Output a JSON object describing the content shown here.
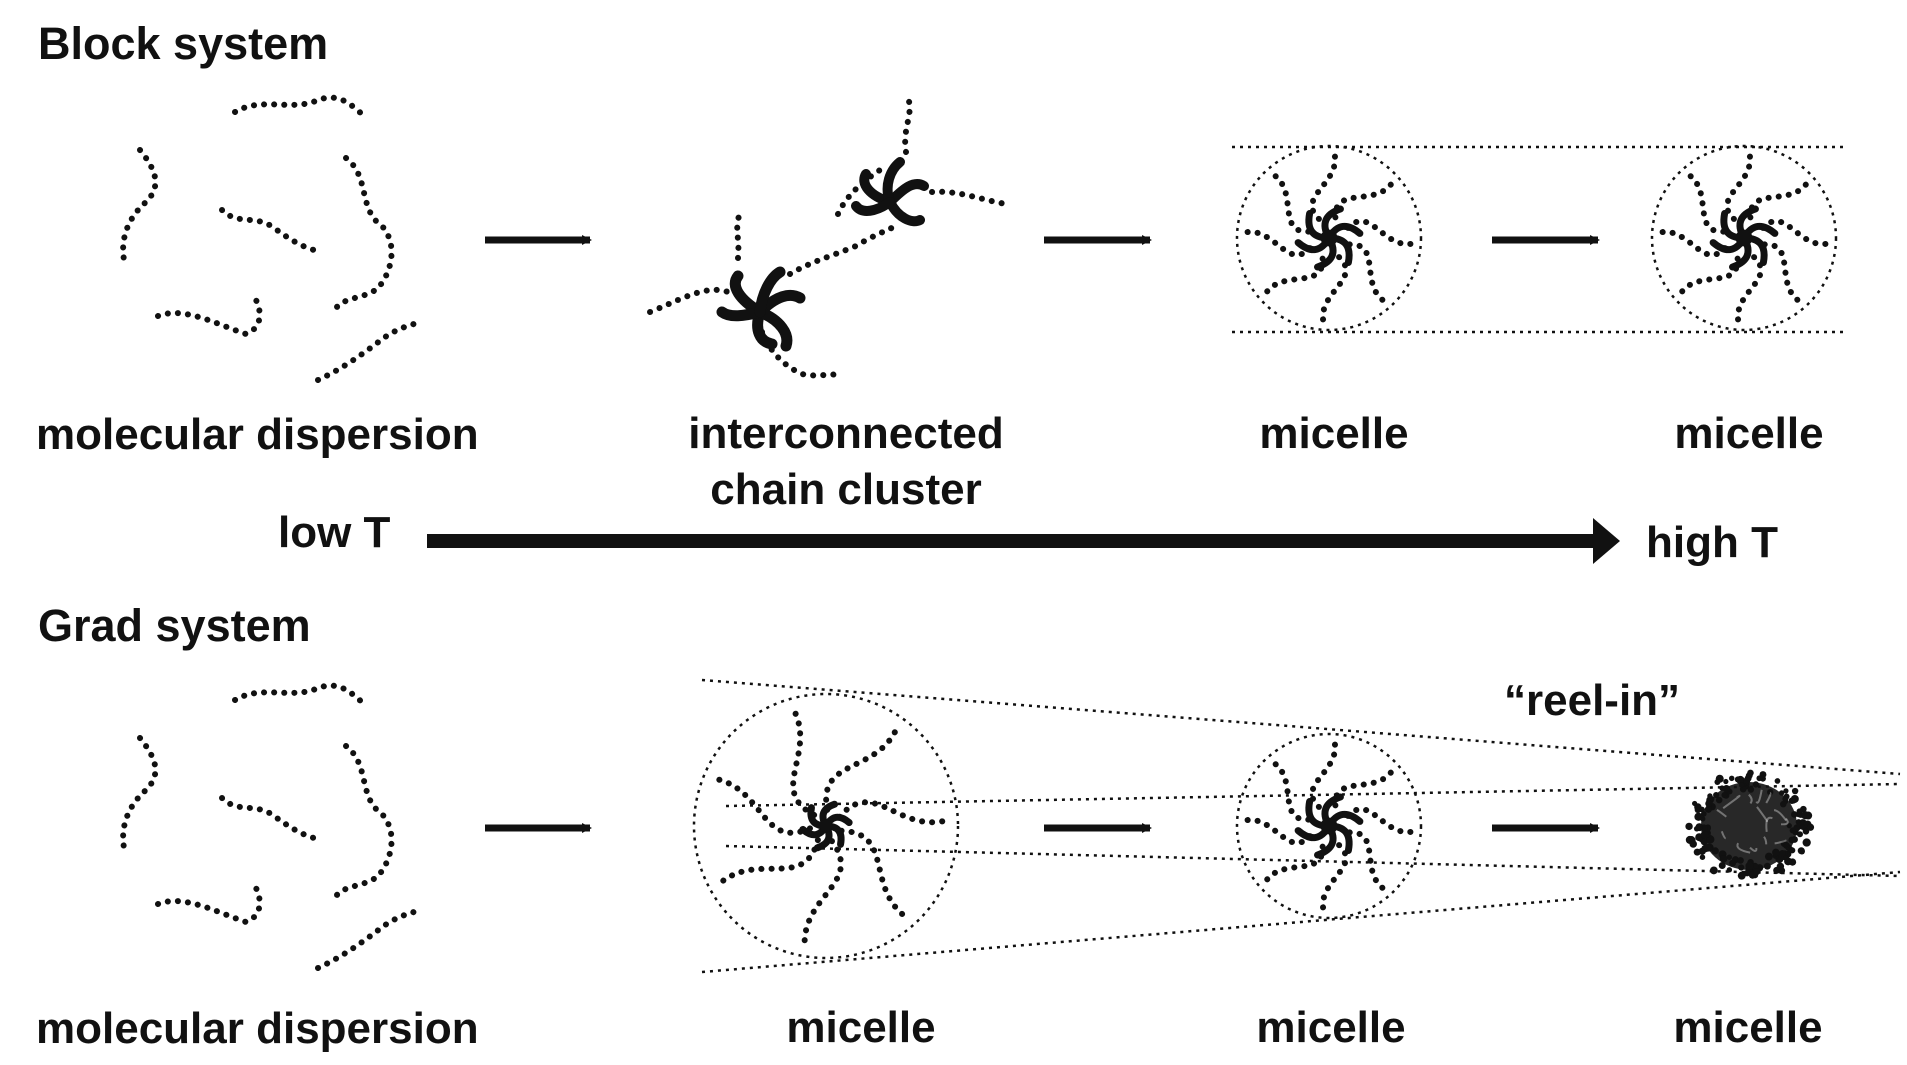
{
  "block_system": {
    "heading": "Block system",
    "labels": {
      "molecular_dispersion": "molecular dispersion",
      "interconnected_line1": "interconnected",
      "interconnected_line2": "chain cluster",
      "micelle_1": "micelle",
      "micelle_2": "micelle"
    }
  },
  "temperature": {
    "low": "low T",
    "high": "high T"
  },
  "grad_system": {
    "heading": "Grad system",
    "reel_in": "“reel-in”",
    "labels": {
      "molecular_dispersion": "molecular dispersion",
      "micelle_1": "micelle",
      "micelle_2": "micelle",
      "micelle_3": "micelle"
    }
  },
  "colors": {
    "ink": "#111111",
    "background": "#ffffff"
  }
}
